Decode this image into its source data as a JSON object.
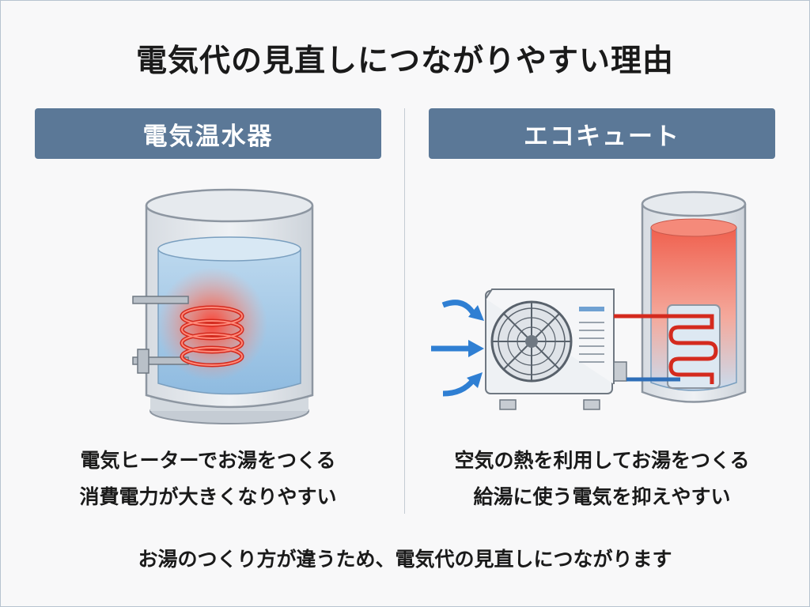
{
  "title": "電気代の見直しにつながりやすい理由",
  "left": {
    "label": "電気温水器",
    "line1": "電気ヒーターでお湯をつくる",
    "line2": "消費電力が大きくなりやすい",
    "icon": "electric-water-heater"
  },
  "right": {
    "label": "エコキュート",
    "line1": "空気の熱を利用してお湯をつくる",
    "line2": "給湯に使う電気を抑えやすい",
    "icon": "heat-pump-water-heater"
  },
  "footer": "お湯のつくり方が違うため、電気代の見直しにつながります",
  "colors": {
    "label_bg": "#5b7897",
    "hot": "#e8473a",
    "cold": "#8fb6dd",
    "arrow": "#2f7fd3"
  }
}
